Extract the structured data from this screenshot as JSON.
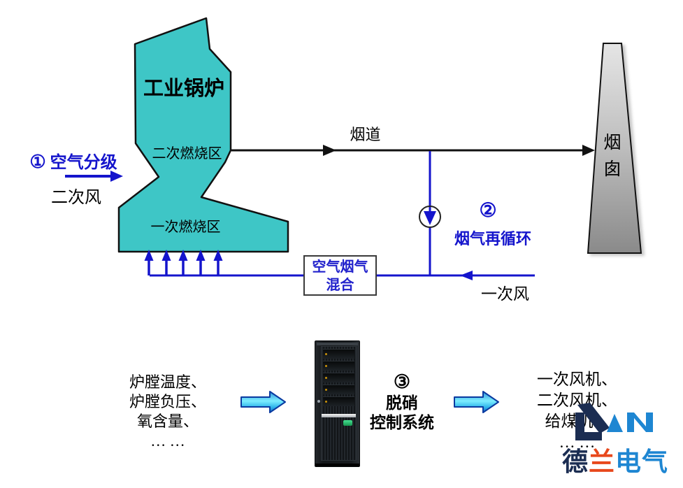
{
  "colors": {
    "boiler_teal": "#3ec6c6",
    "line_blue": "#1414cc",
    "box_text_blue": "#2222cc",
    "chimney_gray_top": "#e3e3e3",
    "chimney_gray_bottom": "#8c8c8c",
    "block_arrow_cyan": "#7deeff",
    "block_arrow_blue": "#1668c8",
    "logo_navy": "#1b2d52",
    "logo_orange": "#e8481c",
    "logo_blue": "#1e86d2"
  },
  "boiler": {
    "title": "工业锅炉",
    "secondary_zone": "二次燃烧区",
    "primary_zone": "一次燃烧区"
  },
  "air_staging": {
    "step": "①",
    "label": "空气分级",
    "secondary_air": "二次风"
  },
  "flue": {
    "duct": "烟道",
    "chimney": "烟囱"
  },
  "recirculation": {
    "step": "②",
    "label": "烟气再循环",
    "primary_air": "一次风",
    "mix_line1": "空气烟气",
    "mix_line2": "混合"
  },
  "control_system": {
    "step": "③",
    "line1": "脱硝",
    "line2": "控制系统"
  },
  "inputs": {
    "lines": [
      "炉膛温度、",
      "炉膛负压、",
      "氧含量、",
      "… …"
    ]
  },
  "outputs": {
    "lines": [
      "一次风机、",
      "二次风机、",
      "给煤机、",
      "… …"
    ]
  },
  "logo": {
    "mark": "DLAN",
    "chars": [
      "德",
      "兰",
      "电",
      "气"
    ]
  }
}
